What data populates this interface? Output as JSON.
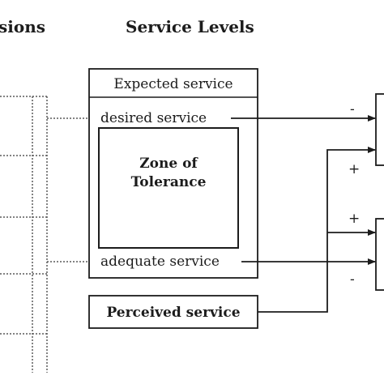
{
  "headers": {
    "left_partial": "sions",
    "service_levels": "Service Levels"
  },
  "boxes": {
    "expected_service": "Expected service",
    "desired_service": "desired service",
    "zone_line1": "Zone of",
    "zone_line2": "Tolerance",
    "adequate_service": "adequate service",
    "perceived_service": "Perceived service"
  },
  "signs": {
    "minus_top": "-",
    "plus_top": "+",
    "plus_bottom": "+",
    "minus_bottom": "-"
  },
  "colors": {
    "line": "#1c1c1c",
    "dotted": "#5a5a5a",
    "background": "#ffffff"
  }
}
